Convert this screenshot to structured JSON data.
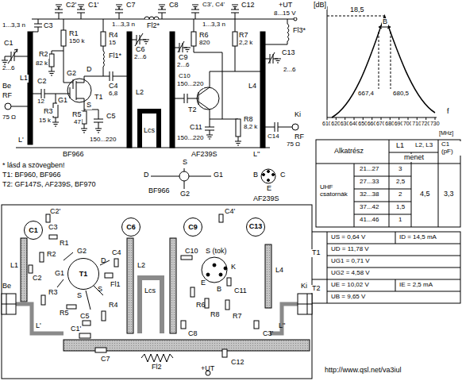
{
  "diagram": {
    "nodes": [
      {
        "text": [
          "C1"
        ]
      },
      {
        "text": [
          "C6"
        ]
      },
      {
        "text": [
          "C9"
        ]
      },
      {
        "text": [
          "C13"
        ]
      },
      {
        "text": [
          "T1"
        ]
      }
    ],
    "labels": [
      "C2'",
      "C1'",
      "C7",
      "1...3,3 n",
      "C8",
      "C3', C4'",
      "C12",
      "+UT",
      "8...15 V",
      "1...3,3 n",
      "C3",
      "R1",
      "150 k",
      "R4",
      "15",
      "R6",
      "820",
      "R7",
      "2,2 k",
      "1...3,3 n",
      "Fl2*",
      "C1",
      "2...6",
      "R2",
      "82 k",
      "G2",
      "Fl1*",
      "C6",
      "2...6",
      "C9",
      "2...6",
      "C13",
      "2...6",
      "Fl3*",
      "Be",
      "RF",
      "75 Ω",
      "C2",
      "12",
      "G1",
      "D",
      "C4",
      "6,8",
      "L2",
      "L1",
      "C10",
      "150...220",
      "T2",
      "T1",
      "S",
      "R3",
      "15 k",
      "R5",
      "47",
      "C5",
      "150...220",
      "Lcs",
      "C11",
      "150...220",
      "R8",
      "8,2 k",
      "L4",
      "L'",
      "L''",
      "C14",
      "Ki",
      "RF",
      "75 Ω",
      "BF966",
      "AF239S",
      "* lásd a szövegben!",
      "T1: BF960, BF966",
      "T2: GF147S, AF239S, BF970",
      "S",
      "D",
      "G1",
      "G2",
      "BF966",
      "B",
      "C",
      "E",
      "AF239S",
      "[dB]",
      "18,5",
      "B",
      "667,4",
      "680,5",
      "610",
      "620",
      "630",
      "640",
      "650",
      "660",
      "670",
      "680",
      "690",
      "700",
      "710",
      "720",
      "730",
      "f",
      "[MHz]",
      "Alkatrész",
      "L1",
      "L2, L3",
      "C1 (pF)",
      "menet",
      "UHF csatornák",
      "21...27",
      "3",
      "27...33",
      "2,5",
      "32...38",
      "2",
      "37...42",
      "1,5",
      "41...46",
      "1",
      "4,5",
      "3,3",
      "T1",
      "US = 0,64 V",
      "ID = 14,5 mA",
      "UD = 11,78 V",
      "UG1 = 0,71 V",
      "UG2 = 4,58 V",
      "T2",
      "UE = 10,02 V",
      "IE = 2,5 mA",
      "UB = 9,65 V",
      "C2'",
      "C4'",
      "C3",
      "R1",
      "R2",
      "G2",
      "D",
      "C4",
      "L1",
      "C2",
      "G1",
      "S",
      "R3",
      "R5",
      "S",
      "Fl1",
      "C5",
      "R4",
      "C1'",
      "C7",
      "Fl2",
      "Lcs",
      "C10",
      "E",
      "S (tok)",
      "B",
      "K",
      "L4",
      "C11",
      "R6",
      "R8",
      "R7",
      "C8",
      "C3'",
      "C12",
      "+UT",
      "Be",
      "Ki",
      "L'",
      "L''",
      "L2",
      "http://www.qsl.net/va3iul"
    ]
  }
}
